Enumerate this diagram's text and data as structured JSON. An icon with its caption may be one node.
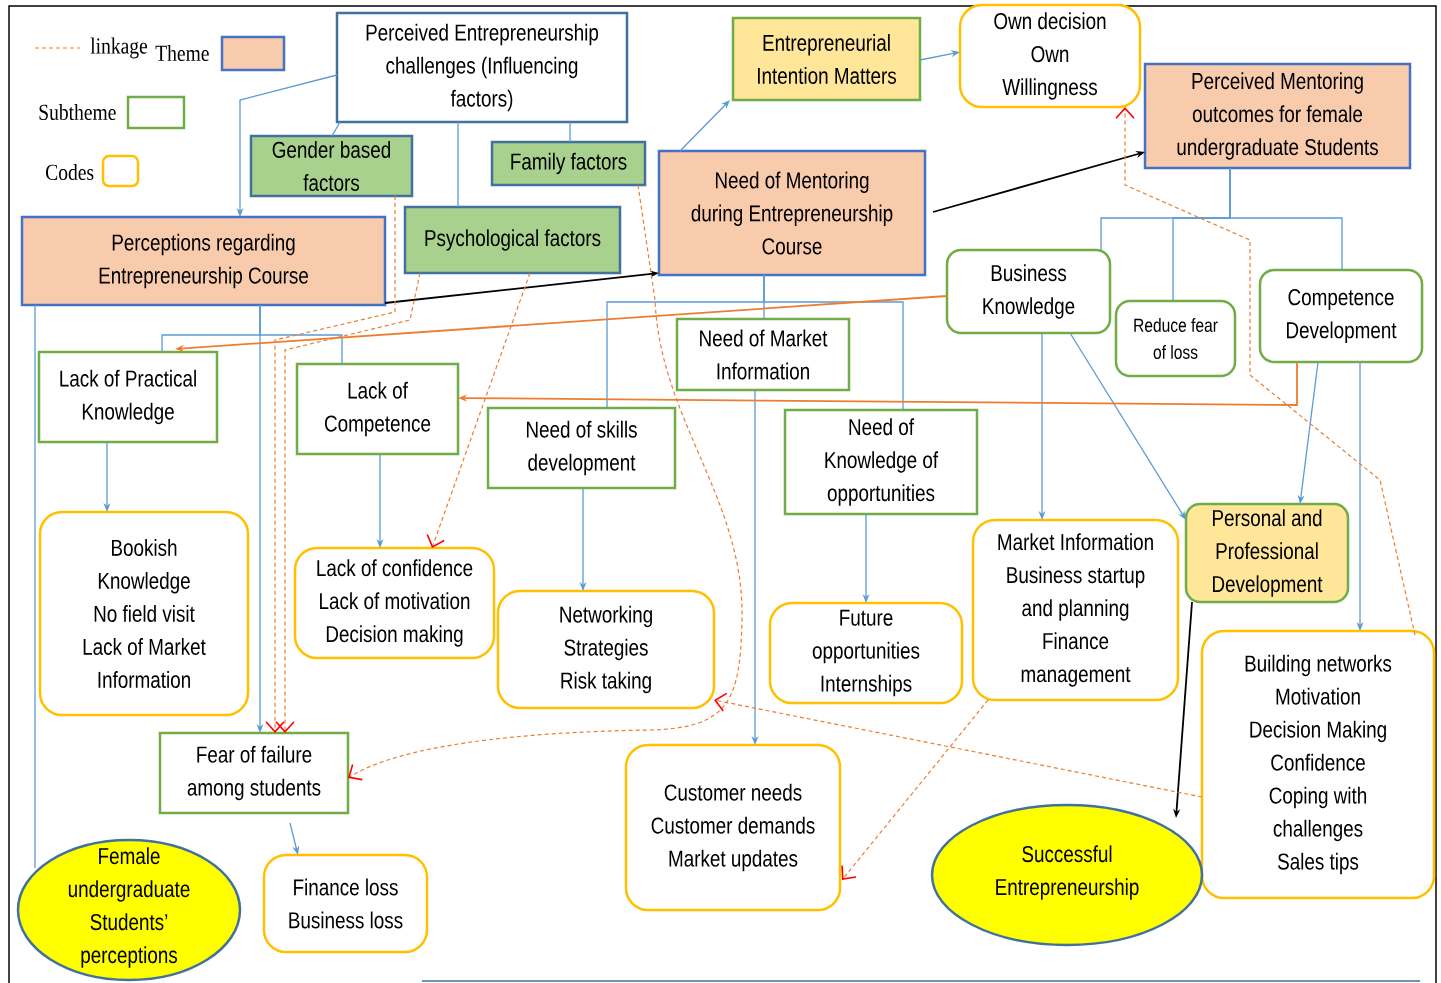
{
  "diagram": {
    "nodes": [
      {
        "text": [
          "Perceived Entrepreneurship challenges (Influencing factors)"
        ]
      },
      {
        "text": [
          "Gender based factors"
        ]
      },
      {
        "text": [
          "Family factors"
        ]
      },
      {
        "text": [
          "Psychological factors"
        ]
      },
      {
        "text": [
          "Perceptions regarding Entrepreneurship Course"
        ]
      },
      {
        "text": [
          "Entrepreneurial Intention Matters"
        ]
      },
      {
        "text": [
          "Own decision",
          "Own Willingness"
        ]
      },
      {
        "text": [
          "Need of Mentoring during Entrepreneurship Course"
        ]
      },
      {
        "text": [
          "Perceived Mentoring outcomes for female undergraduate Students"
        ]
      },
      {
        "text": [
          "Business Knowledge"
        ]
      },
      {
        "text": [
          "Reduce fear of loss"
        ]
      },
      {
        "text": [
          "Competence Development"
        ]
      },
      {
        "text": [
          "Lack of Practical Knowledge"
        ]
      },
      {
        "text": [
          "Lack of Competence"
        ]
      },
      {
        "text": [
          "Need of Market Information"
        ]
      },
      {
        "text": [
          "Need of skills development"
        ]
      },
      {
        "text": [
          "Need of Knowledge of opportunities"
        ]
      },
      {
        "text": [
          "Bookish Knowledge",
          "No field visit",
          "Lack of Market Information"
        ]
      },
      {
        "text": [
          "Lack of confidence",
          "Lack of motivation",
          "Decision making"
        ]
      },
      {
        "text": [
          "Networking",
          "Strategies",
          "Risk taking"
        ]
      },
      {
        "text": [
          "Fear of failure among students"
        ]
      },
      {
        "text": [
          "Finance loss",
          "Business loss"
        ]
      },
      {
        "text": [
          "Future opportunities",
          "Internships"
        ]
      },
      {
        "text": [
          "Market Information",
          "Business startup and planning",
          "Finance management"
        ]
      },
      {
        "text": [
          "Personal and Professional Development"
        ]
      },
      {
        "text": [
          "Building networks",
          "Motivation",
          "Decision Making",
          "Confidence",
          "Coping with challenges",
          "Sales tips"
        ]
      },
      {
        "text": [
          "Customer needs",
          "Customer demands",
          "Market updates"
        ]
      },
      {
        "text": [
          "Successful Entrepreneurship"
        ]
      },
      {
        "text": [
          "Female undergraduate Students’ perceptions"
        ]
      }
    ],
    "edges": [
      {
        "from": 0,
        "to": 4,
        "arrow": "to"
      },
      {
        "from": 0,
        "to": 1,
        "arrow": "none"
      },
      {
        "from": 0,
        "to": 3,
        "arrow": "none"
      },
      {
        "from": 0,
        "to": 2,
        "arrow": "none"
      },
      {
        "from": 4,
        "to": 7,
        "arrow": "to",
        "color": "#000000"
      },
      {
        "from": 7,
        "to": 5,
        "arrow": "to"
      },
      {
        "from": 5,
        "to": 6,
        "arrow": "to"
      },
      {
        "from": 7,
        "to": 8,
        "arrow": "to",
        "color": "#000000"
      },
      {
        "from": 8,
        "to": 9,
        "arrow": "none"
      },
      {
        "from": 8,
        "to": 10,
        "arrow": "none"
      },
      {
        "from": 8,
        "to": 11,
        "arrow": "none"
      },
      {
        "from": 4,
        "to": 12,
        "arrow": "none"
      },
      {
        "from": 4,
        "to": 13,
        "arrow": "none"
      },
      {
        "from": 4,
        "to": 20,
        "arrow": "to"
      },
      {
        "from": 4,
        "to": 28,
        "arrow": "none"
      },
      {
        "from": 12,
        "to": 17,
        "arrow": "to"
      },
      {
        "from": 13,
        "to": 18,
        "arrow": "to"
      },
      {
        "from": 20,
        "to": 21,
        "arrow": "to"
      },
      {
        "from": 7,
        "to": 14,
        "arrow": "none"
      },
      {
        "from": 7,
        "to": 15,
        "arrow": "none"
      },
      {
        "from": 7,
        "to": 16,
        "arrow": "none"
      },
      {
        "from": 14,
        "to": 26,
        "arrow": "to"
      },
      {
        "from": 15,
        "to": 19,
        "arrow": "to"
      },
      {
        "from": 16,
        "to": 22,
        "arrow": "to"
      },
      {
        "from": 9,
        "to": 23,
        "arrow": "to"
      },
      {
        "from": 9,
        "to": 24,
        "arrow": "to"
      },
      {
        "from": 11,
        "to": 24,
        "arrow": "to"
      },
      {
        "from": 11,
        "to": 25,
        "arrow": "to"
      },
      {
        "from": 24,
        "to": 27,
        "arrow": "to",
        "color": "#000000"
      },
      {
        "from": 9,
        "to": 12,
        "arrow": "to",
        "color": "#ed7d31"
      },
      {
        "from": 11,
        "to": 13,
        "arrow": "to",
        "color": "#ed7d31"
      },
      {
        "from": 1,
        "to": 20,
        "arrow": "to",
        "style": "dashed",
        "color": "#ed7d31"
      },
      {
        "from": 3,
        "to": 20,
        "arrow": "to",
        "style": "dashed",
        "color": "#ed7d31"
      },
      {
        "from": 3,
        "to": 18,
        "arrow": "to",
        "style": "dashed",
        "color": "#ed7d31"
      },
      {
        "from": 2,
        "to": 20,
        "arrow": "to",
        "style": "dashed",
        "color": "#ed7d31"
      },
      {
        "from": 25,
        "to": 6,
        "arrow": "to",
        "style": "dashed",
        "color": "#ed7d31"
      },
      {
        "from": 25,
        "to": 19,
        "arrow": "to",
        "style": "dashed",
        "color": "#ed7d31"
      },
      {
        "from": 23,
        "to": 26,
        "arrow": "to",
        "style": "dashed",
        "color": "#ed7d31"
      }
    ],
    "legend": [
      {
        "text": "linkage"
      },
      {
        "text": "Theme",
        "color": "#f8cbad"
      },
      {
        "text": "Subtheme"
      },
      {
        "text": "Codes"
      }
    ]
  }
}
